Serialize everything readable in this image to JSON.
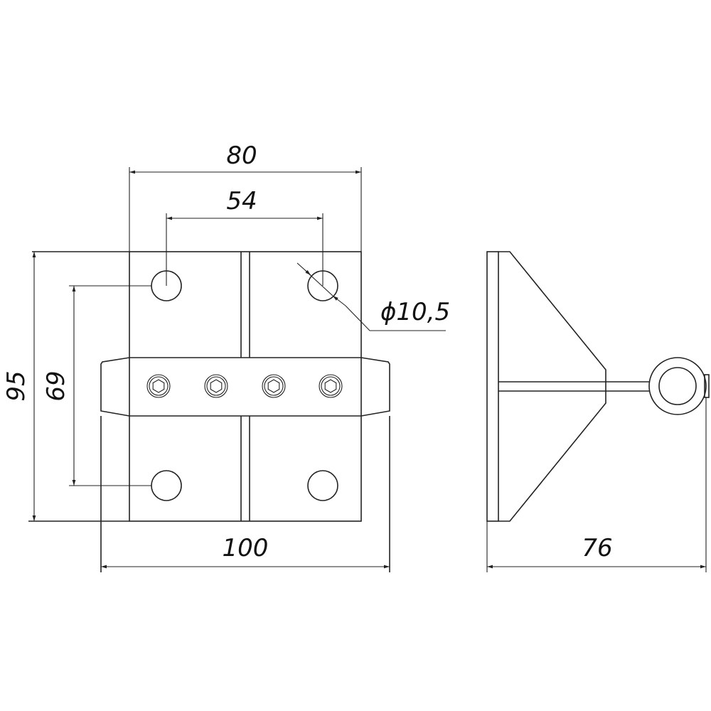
{
  "drawing": {
    "front_view": {
      "dimensions": {
        "overall_width": "80",
        "hole_spacing_horizontal": "54",
        "overall_height": "95",
        "hole_spacing_vertical": "69",
        "band_width": "100",
        "hole_diameter": "ϕ10,5"
      }
    },
    "side_view": {
      "dimensions": {
        "depth": "76"
      }
    },
    "color": "#222222"
  }
}
